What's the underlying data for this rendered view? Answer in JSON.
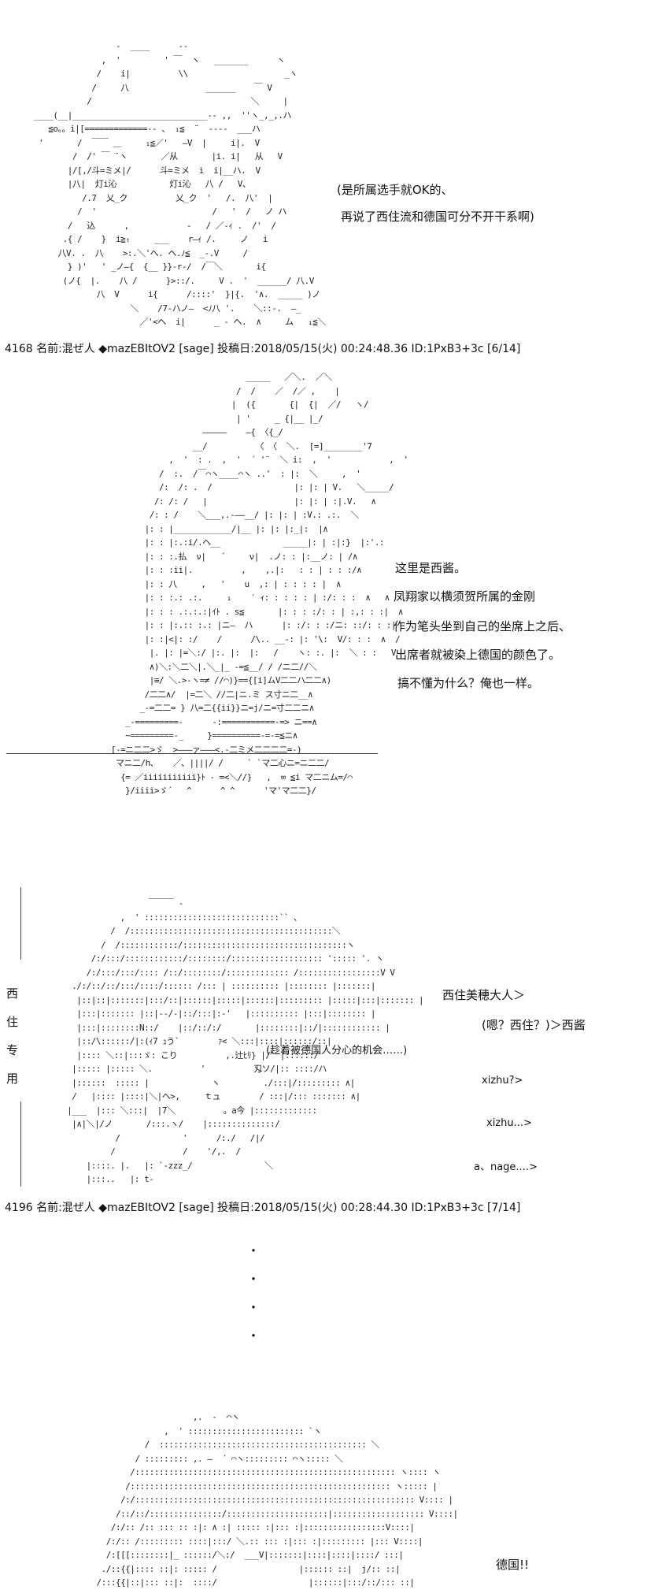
{
  "panel1": {
    "dialogue": [
      "(是所属选手就OK的、",
      "再说了西住流和德国可分不开干系啊)"
    ]
  },
  "post1": {
    "header": "4168 名前:混ぜ人 ◆mazEBItOV2 [sage] 投稿日:2018/05/15(火) 00:24:48.36 ID:1PxB3+3c [6/14]"
  },
  "panel2": {
    "dialogue": [
      "这里是西酱。",
      "凤翔家以横须贺所属的金刚",
      "作为笔头坐到自己的坐席上之后、",
      "出席者就被染上德国的颜色了。",
      "搞不懂为什么？俺也一样。"
    ]
  },
  "panel3": {
    "side_chars": [
      "西",
      "住",
      "专",
      "用"
    ],
    "inner_thought": "(趁着被德国人分心的机会……)",
    "lines": [
      "西住美穂大人＞",
      "(嗯？西住？)＞西酱",
      "xizhu?>",
      "xizhu...>",
      "a、nage....>"
    ]
  },
  "post2": {
    "header": "4196 名前:混ぜ人 ◆mazEBItOV2 [sage] 投稿日:2018/05/15(火) 00:28:44.30 ID:1PxB3+3c [7/14]"
  },
  "dots": [
    "・",
    "・",
    "・",
    "・"
  ],
  "panel4": {
    "dialogue": "德国!!"
  }
}
